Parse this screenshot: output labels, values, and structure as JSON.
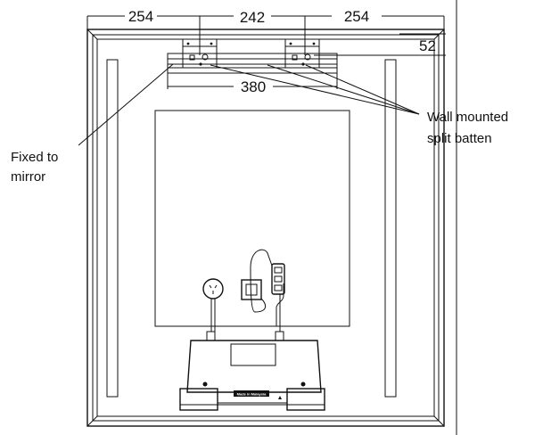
{
  "dimensions": {
    "left_span": "254",
    "center_span": "242",
    "right_span": "254",
    "batten_offset": "52",
    "batten_length": "380"
  },
  "callouts": {
    "fixed_to_mirror_line1": "Fixed to",
    "fixed_to_mirror_line2": "mirror",
    "wall_batten_line1": "Wall mounted",
    "wall_batten_line2": "split batten"
  },
  "label_plate": {
    "text": "Made in Malaysia"
  },
  "colors": {
    "stroke": "#111111",
    "background": "#ffffff"
  }
}
